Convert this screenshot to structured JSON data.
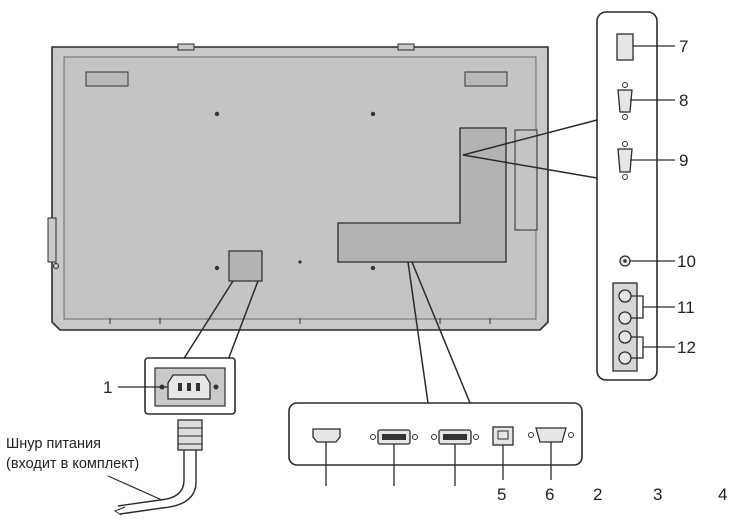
{
  "caption": {
    "line1": "Шнур питания",
    "line2": "(входит в комплект)"
  },
  "callouts": {
    "c1": "1",
    "c2": "2",
    "c3": "3",
    "c4": "4",
    "c5": "5",
    "c6": "6",
    "c7": "7",
    "c8": "8",
    "c9": "9",
    "c10": "10",
    "c11": "11",
    "c12": "12"
  },
  "colors": {
    "panel_fill": "#c9c9c9",
    "panel_inner": "#bdbdbd",
    "line": "#2b2b2b",
    "port_fill": "#e6e6e6"
  }
}
